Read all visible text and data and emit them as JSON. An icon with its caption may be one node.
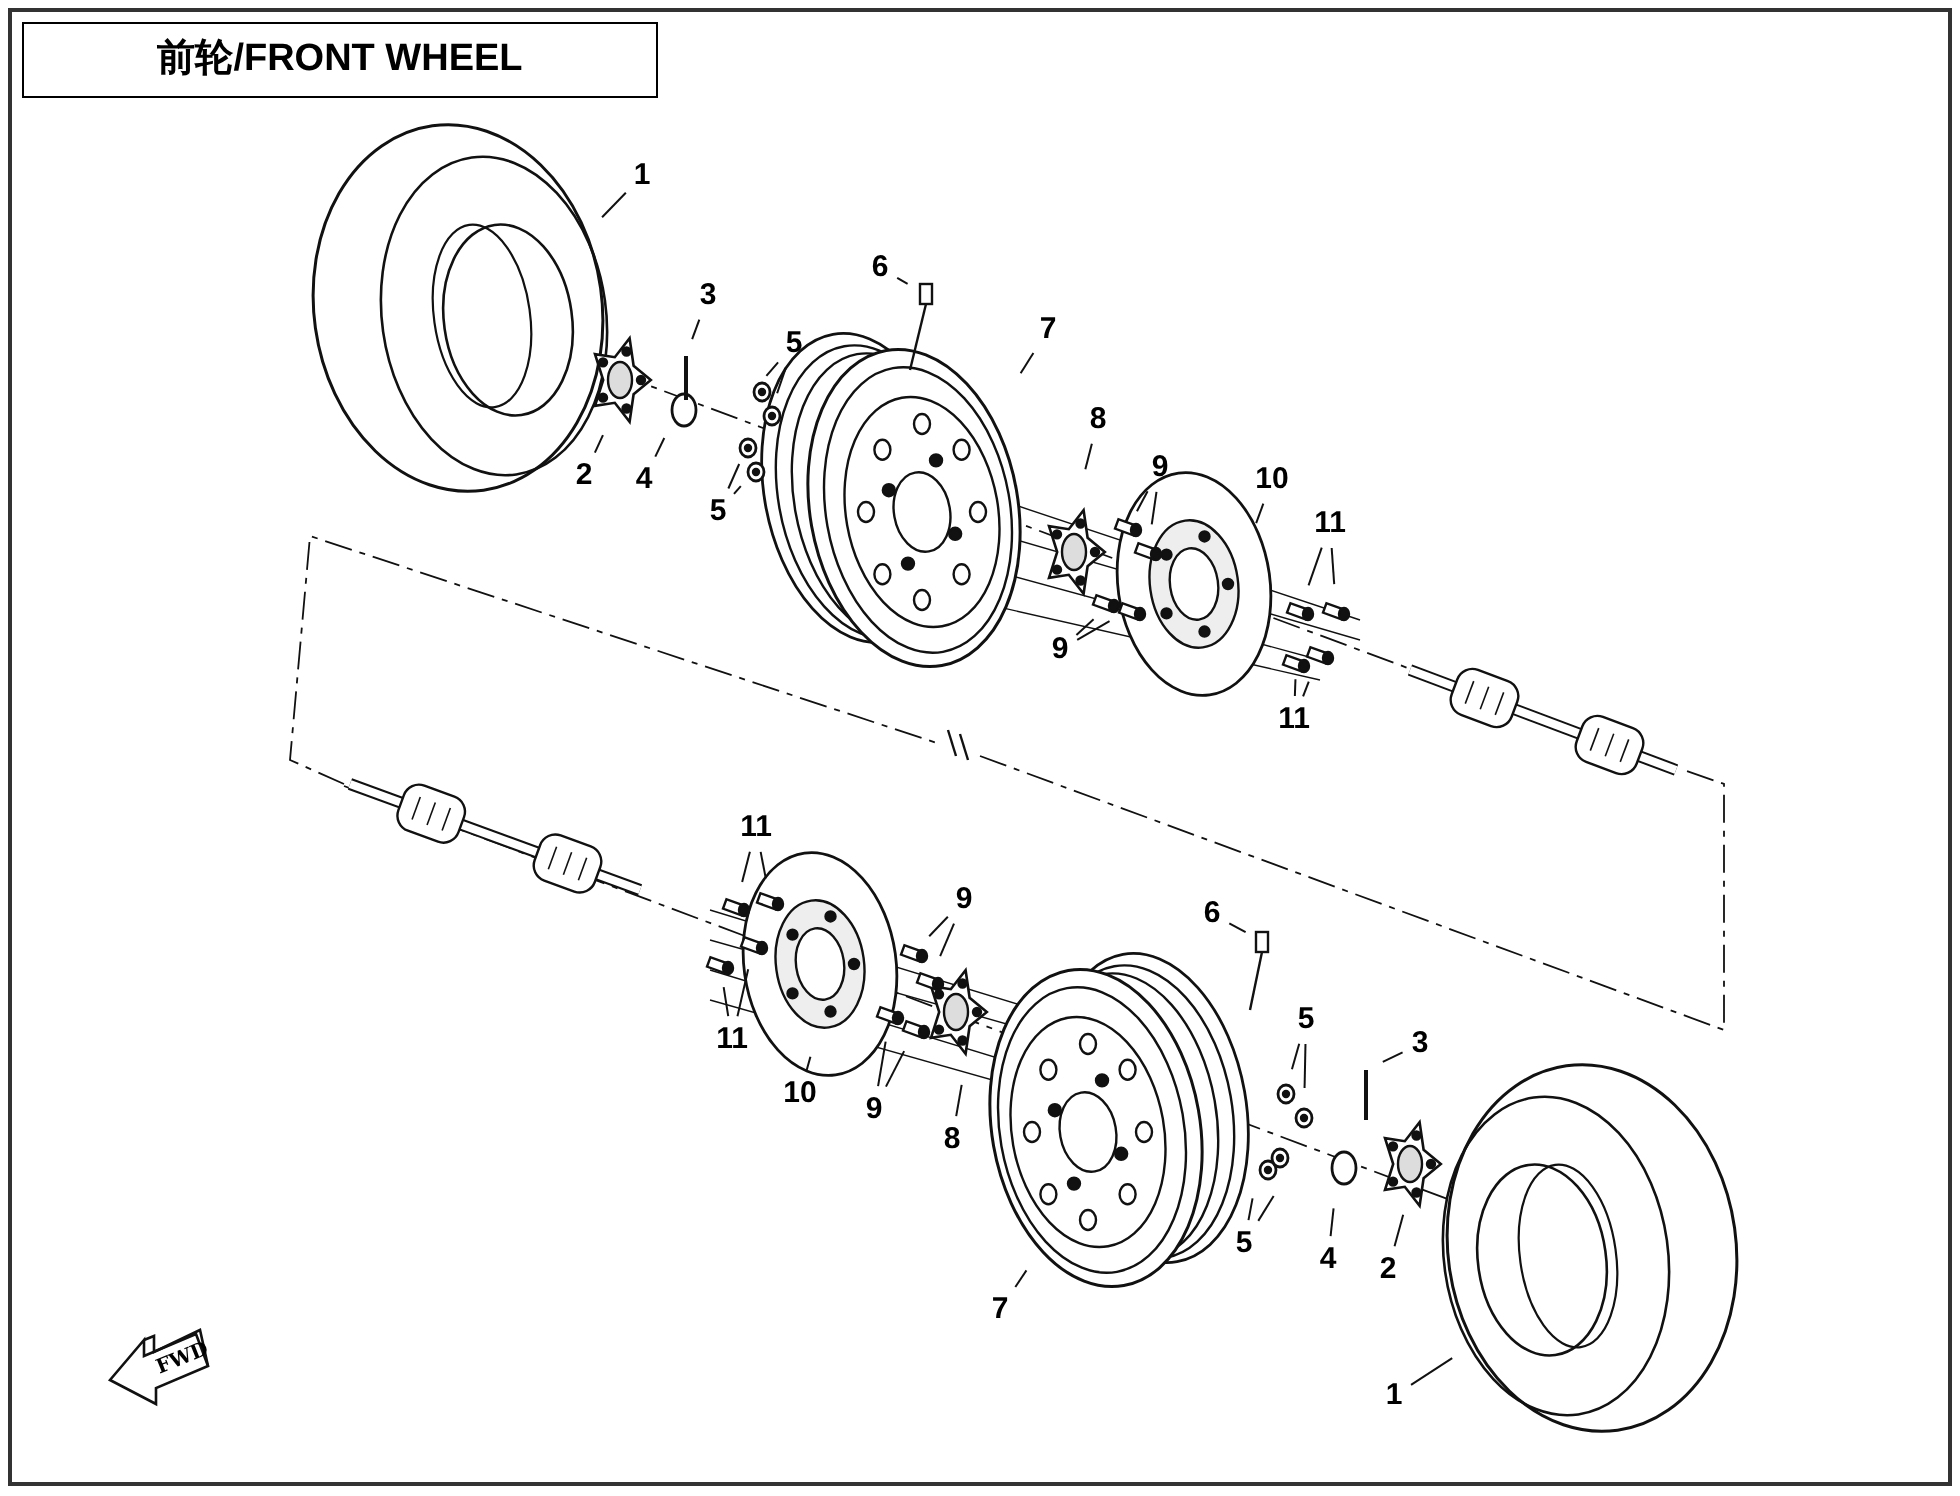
{
  "diagram": {
    "title": "前轮/FRONT WHEEL",
    "nodes": [
      {
        "text": [
          "1"
        ]
      },
      {
        "text": [
          "3"
        ]
      },
      {
        "text": [
          "2"
        ]
      },
      {
        "text": [
          "4"
        ]
      },
      {
        "text": [
          "5"
        ]
      },
      {
        "text": [
          "5"
        ]
      },
      {
        "text": [
          "6"
        ]
      },
      {
        "text": [
          "7"
        ]
      },
      {
        "text": [
          "8"
        ]
      },
      {
        "text": [
          "9"
        ]
      },
      {
        "text": [
          "9"
        ]
      },
      {
        "text": [
          "10"
        ]
      },
      {
        "text": [
          "11"
        ]
      },
      {
        "text": [
          "11"
        ]
      },
      {
        "text": [
          "11"
        ]
      },
      {
        "text": [
          "11"
        ]
      },
      {
        "text": [
          "9"
        ]
      },
      {
        "text": [
          "10"
        ]
      },
      {
        "text": [
          "9"
        ]
      },
      {
        "text": [
          "8"
        ]
      },
      {
        "text": [
          "6"
        ]
      },
      {
        "text": [
          "7"
        ]
      },
      {
        "text": [
          "5"
        ]
      },
      {
        "text": [
          "5"
        ]
      },
      {
        "text": [
          "3"
        ]
      },
      {
        "text": [
          "4"
        ]
      },
      {
        "text": [
          "2"
        ]
      },
      {
        "text": [
          "1"
        ]
      }
    ],
    "edges": [
      {
        "from": 0,
        "to": null,
        "arrow": "none"
      },
      {
        "from": 1,
        "to": null,
        "arrow": "none"
      },
      {
        "from": 2,
        "to": null,
        "arrow": "none"
      },
      {
        "from": 3,
        "to": null,
        "arrow": "none"
      },
      {
        "from": 4,
        "to": null,
        "arrow": "none"
      },
      {
        "from": 4,
        "to": null,
        "arrow": "none"
      },
      {
        "from": 5,
        "to": null,
        "arrow": "none"
      },
      {
        "from": 5,
        "to": null,
        "arrow": "none"
      },
      {
        "from": 6,
        "to": null,
        "arrow": "none"
      },
      {
        "from": 7,
        "to": null,
        "arrow": "none"
      },
      {
        "from": 8,
        "to": null,
        "arrow": "none"
      },
      {
        "from": 9,
        "to": null,
        "arrow": "none"
      },
      {
        "from": 9,
        "to": null,
        "arrow": "none"
      },
      {
        "from": 10,
        "to": null,
        "arrow": "none"
      },
      {
        "from": 10,
        "to": null,
        "arrow": "none"
      },
      {
        "from": 11,
        "to": null,
        "arrow": "none"
      },
      {
        "from": 12,
        "to": null,
        "arrow": "none"
      },
      {
        "from": 12,
        "to": null,
        "arrow": "none"
      },
      {
        "from": 13,
        "to": null,
        "arrow": "none"
      },
      {
        "from": 13,
        "to": null,
        "arrow": "none"
      },
      {
        "from": 14,
        "to": null,
        "arrow": "none"
      },
      {
        "from": 14,
        "to": null,
        "arrow": "none"
      },
      {
        "from": 15,
        "to": null,
        "arrow": "none"
      },
      {
        "from": 15,
        "to": null,
        "arrow": "none"
      },
      {
        "from": 16,
        "to": null,
        "arrow": "none"
      },
      {
        "from": 16,
        "to": null,
        "arrow": "none"
      },
      {
        "from": 17,
        "to": null,
        "arrow": "none"
      },
      {
        "from": 18,
        "to": null,
        "arrow": "none"
      },
      {
        "from": 18,
        "to": null,
        "arrow": "none"
      },
      {
        "from": 19,
        "to": null,
        "arrow": "none"
      },
      {
        "from": 20,
        "to": null,
        "arrow": "none"
      },
      {
        "from": 21,
        "to": null,
        "arrow": "none"
      },
      {
        "from": 22,
        "to": null,
        "arrow": "none"
      },
      {
        "from": 22,
        "to": null,
        "arrow": "none"
      },
      {
        "from": 23,
        "to": null,
        "arrow": "none"
      },
      {
        "from": 23,
        "to": null,
        "arrow": "none"
      },
      {
        "from": 24,
        "to": null,
        "arrow": "none"
      },
      {
        "from": 25,
        "to": null,
        "arrow": "none"
      },
      {
        "from": 26,
        "to": null,
        "arrow": "none"
      },
      {
        "from": 27,
        "to": null,
        "arrow": "none"
      }
    ],
    "labels": [
      "FWD"
    ]
  }
}
